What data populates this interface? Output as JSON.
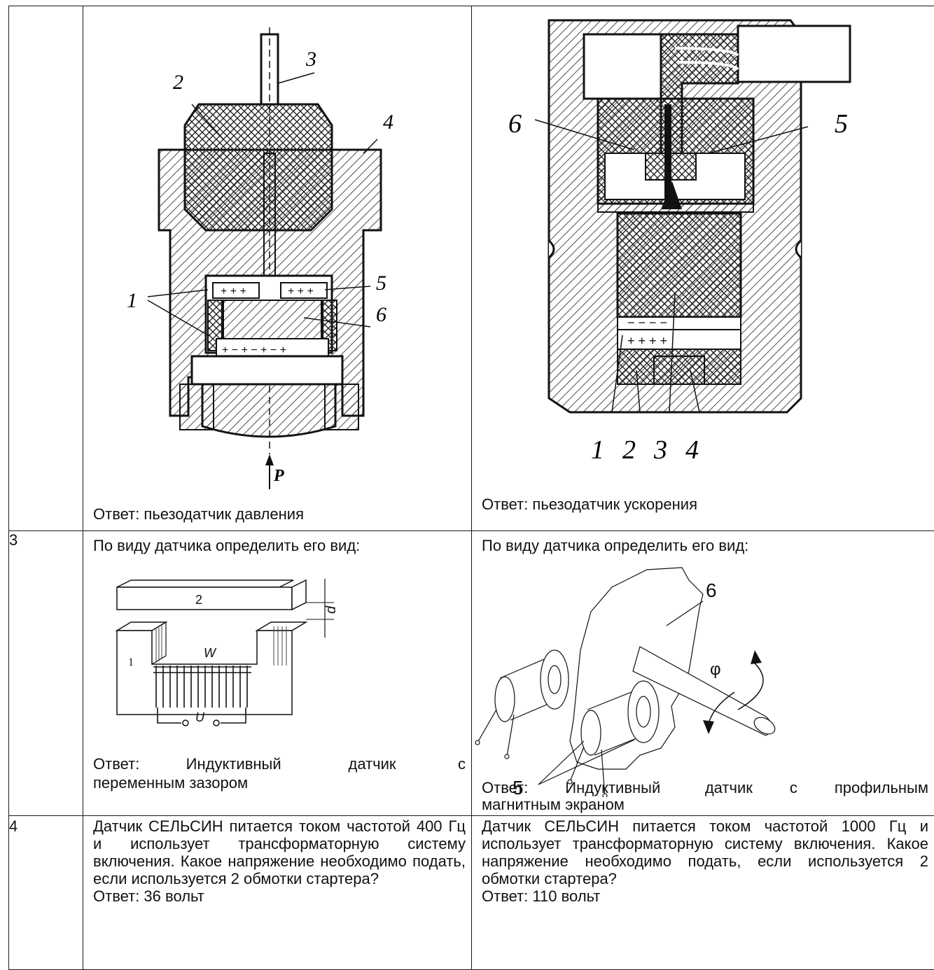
{
  "row_top": {
    "left_figure_labels": [
      "1",
      "2",
      "3",
      "4",
      "5",
      "6",
      "P"
    ],
    "left_answer": "Ответ: пьезодатчик давления",
    "right_figure_labels": [
      "6",
      "5",
      "1",
      "2",
      "3",
      "4"
    ],
    "right_answer": "Ответ: пьезодатчик ускорения"
  },
  "row3": {
    "number": "3",
    "left_question": "По виду датчика определить его вид:",
    "left_figure_labels": {
      "plate": "2",
      "core": "1",
      "winding": "W",
      "voltage": "U",
      "gap": "d"
    },
    "left_answer_line1": "Ответ:         Индуктивный             датчик            с",
    "left_answer_line2": "переменным зазором",
    "right_question": "По виду датчика определить его вид:",
    "right_figure_labels": {
      "disk": "6",
      "angle": "φ",
      "coils": "5"
    },
    "right_answer_line1": "Ответ:     Индуктивный      датчик     с     профильным",
    "right_answer_line2": "магнитным экраном"
  },
  "row4": {
    "number": "4",
    "left_text": "Датчик СЕЛЬСИН питается током частотой 400 Гц и использует трансформаторную систему включения. Какое напряжение необходимо подать, если используется 2 обмотки стартера?",
    "left_answer": "Ответ: 36 вольт",
    "right_text": "Датчик СЕЛЬСИН питается током частотой 1000 Гц и использует трансформаторную систему включения. Какое напряжение необходимо подать, если используется 2 обмотки стартера?",
    "right_answer": "Ответ: 110 вольт"
  }
}
